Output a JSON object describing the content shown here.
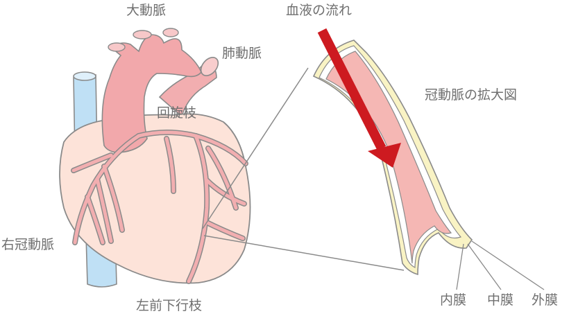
{
  "labels": {
    "aorta": "大動脈",
    "pulmonary_artery": "肺動脈",
    "circumflex_branch": "回旋枝",
    "right_coronary_artery": "右冠動脈",
    "left_anterior_descending": "左前下行枝",
    "blood_flow": "血液の流れ",
    "enlarged_view": "冠動脈の拡大図",
    "intima": "内膜",
    "media": "中膜",
    "adventitia": "外膜"
  },
  "colors": {
    "heart_fill": "#fde3d9",
    "aorta_fill": "#f2a8ab",
    "artery_fill": "#f2aeb0",
    "vein_fill": "#bfe0f5",
    "outline": "#8a8a8a",
    "arrow": "#cd1a20",
    "vessel_lumen": "#f5b7b4",
    "vessel_layer": "#f9f3c4",
    "text": "#6f6f6f"
  }
}
